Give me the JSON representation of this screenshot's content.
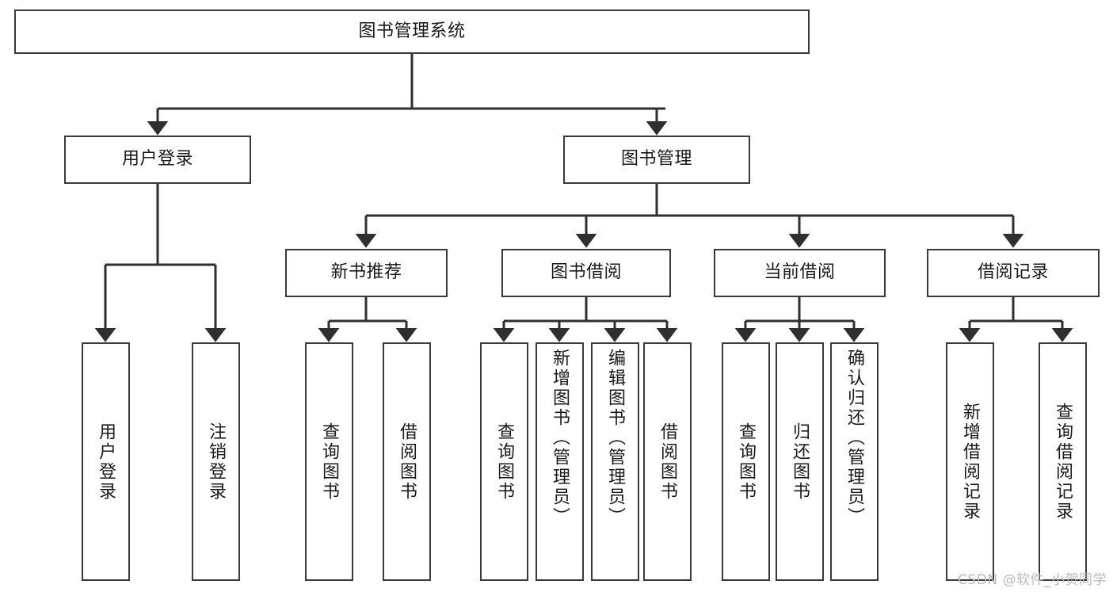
{
  "diagram": {
    "title": "图书管理系统",
    "type": "tree-hierarchy-flowchart",
    "colors": {
      "node_border": "#3a3a3a",
      "node_fill": "#ffffff",
      "edge": "#2f2f2f",
      "text": "#1a1a1a",
      "watermark": "#b9b9b9",
      "background": "#ffffff"
    },
    "root": {
      "label": "图书管理系统"
    },
    "level2": [
      {
        "label": "用户登录"
      },
      {
        "label": "图书管理"
      }
    ],
    "level3": [
      {
        "label": "新书推荐"
      },
      {
        "label": "图书借阅"
      },
      {
        "label": "当前借阅"
      },
      {
        "label": "借阅记录"
      }
    ],
    "leaves": {
      "user_login": [
        {
          "label": "用户登录"
        },
        {
          "label": "注销登录"
        }
      ],
      "new_book_recommend": [
        {
          "label": "查询图书"
        },
        {
          "label": "借阅图书"
        }
      ],
      "book_borrow": [
        {
          "label": "查询图书"
        },
        {
          "label": "新增图书（管理员）"
        },
        {
          "label": "编辑图书（管理员）"
        },
        {
          "label": "借阅图书"
        }
      ],
      "current_borrow": [
        {
          "label": "查询图书"
        },
        {
          "label": "归还图书"
        },
        {
          "label": "确认归还（管理员）"
        }
      ],
      "borrow_record": [
        {
          "label": "新增借阅记录"
        },
        {
          "label": "查询借阅记录"
        }
      ]
    }
  },
  "watermark": {
    "text": "CSDN @软件_小贺同学"
  }
}
